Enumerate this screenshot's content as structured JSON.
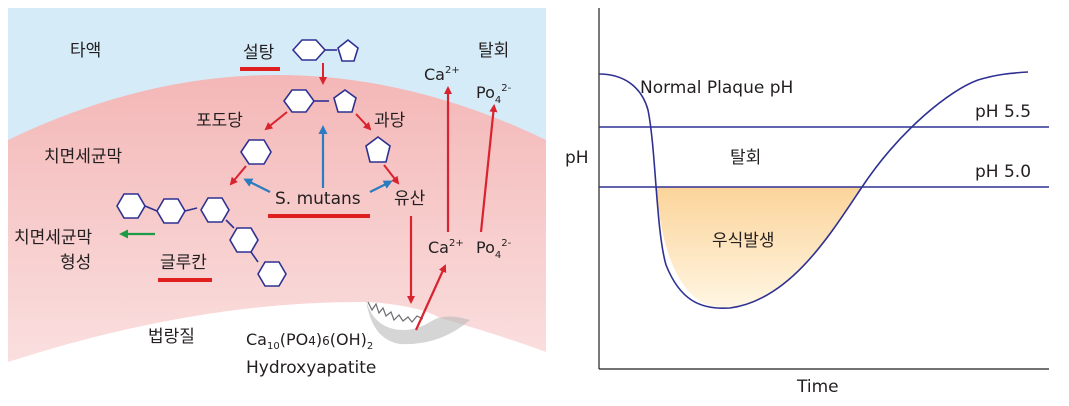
{
  "left": {
    "regions": {
      "saliva": "타액",
      "plaque": "치면세균막",
      "enamel": "법랑질"
    },
    "sucrose": "설탕",
    "glucose": "포도당",
    "fructose": "과당",
    "bacteria": "S. mutans",
    "lactic_acid": "유산",
    "glucan": "글루칸",
    "plaque_formation_line1": "치면세균막",
    "plaque_formation_line2": "형성",
    "demineralization": "탈회",
    "ion_ca": "Ca",
    "ion_ca_charge": "2+",
    "ion_po": "Po",
    "ion_po_sub": "4",
    "ion_po_charge": "2-",
    "formula": {
      "ca": "Ca",
      "ca_sub": "10",
      "po4": "(PO",
      "po4_sub": "4",
      "po4_close": ")",
      "po4_count": "6",
      "oh": "(OH)",
      "oh_sub": "2"
    },
    "hydroxyapatite": "Hydroxyapatite",
    "colors": {
      "saliva": "#d5ebf7",
      "plaque": "#f7c6c6",
      "enamel": "#ffffff",
      "red": "#d9232e",
      "blue": "#2b7bc0",
      "green": "#1f9a46",
      "molecule": "#2e3192"
    }
  },
  "right": {
    "y_axis_label": "pH",
    "x_axis_label": "Time",
    "curve_label": "Normal Plaque pH",
    "ph55_label": "pH 5.5",
    "ph50_label": "pH 5.0",
    "demineralization_label": "탈회",
    "caries_label": "우식발생",
    "colors": {
      "line": "#2e3192",
      "caries_fill": "#fde7b8"
    }
  }
}
